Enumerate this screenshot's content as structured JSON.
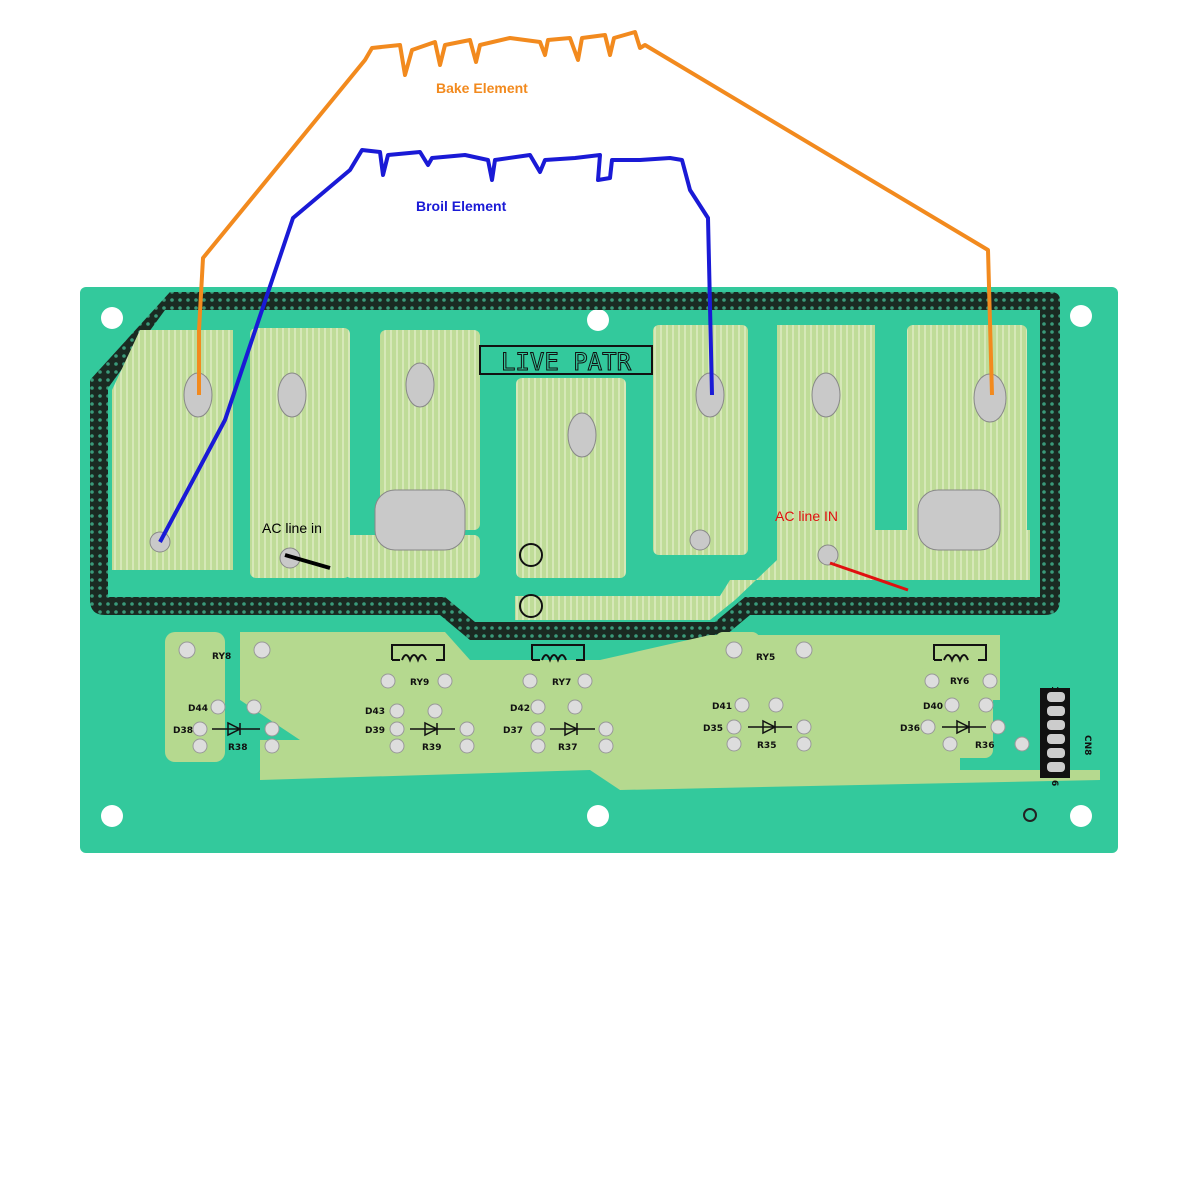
{
  "annotations": {
    "bake_element": "Bake Element",
    "broil_element": "Broil Element",
    "ac_line_in_left": "AC line in",
    "ac_line_in_right": "AC line IN"
  },
  "board": {
    "live_part_label": "LIVE PATR",
    "relays": [
      "RY8",
      "RY9",
      "RY7",
      "RY5",
      "RY6"
    ],
    "diodes_top": [
      "D44",
      "D43",
      "D42",
      "D41",
      "D40"
    ],
    "diodes_bottom": [
      "D38",
      "D39",
      "D37",
      "D35",
      "D36"
    ],
    "resistors": [
      "R38",
      "R39",
      "R37",
      "R35",
      "R36"
    ],
    "connector": "CN8",
    "connector_pin_first": "1",
    "connector_pin_last": "6"
  },
  "colors": {
    "board": "#33c99c",
    "pad": "#b9d891",
    "bake_wire": "#f28a1e",
    "broil_wire": "#1a1ad6",
    "ac_left": "#000000",
    "ac_right": "#e01010"
  }
}
